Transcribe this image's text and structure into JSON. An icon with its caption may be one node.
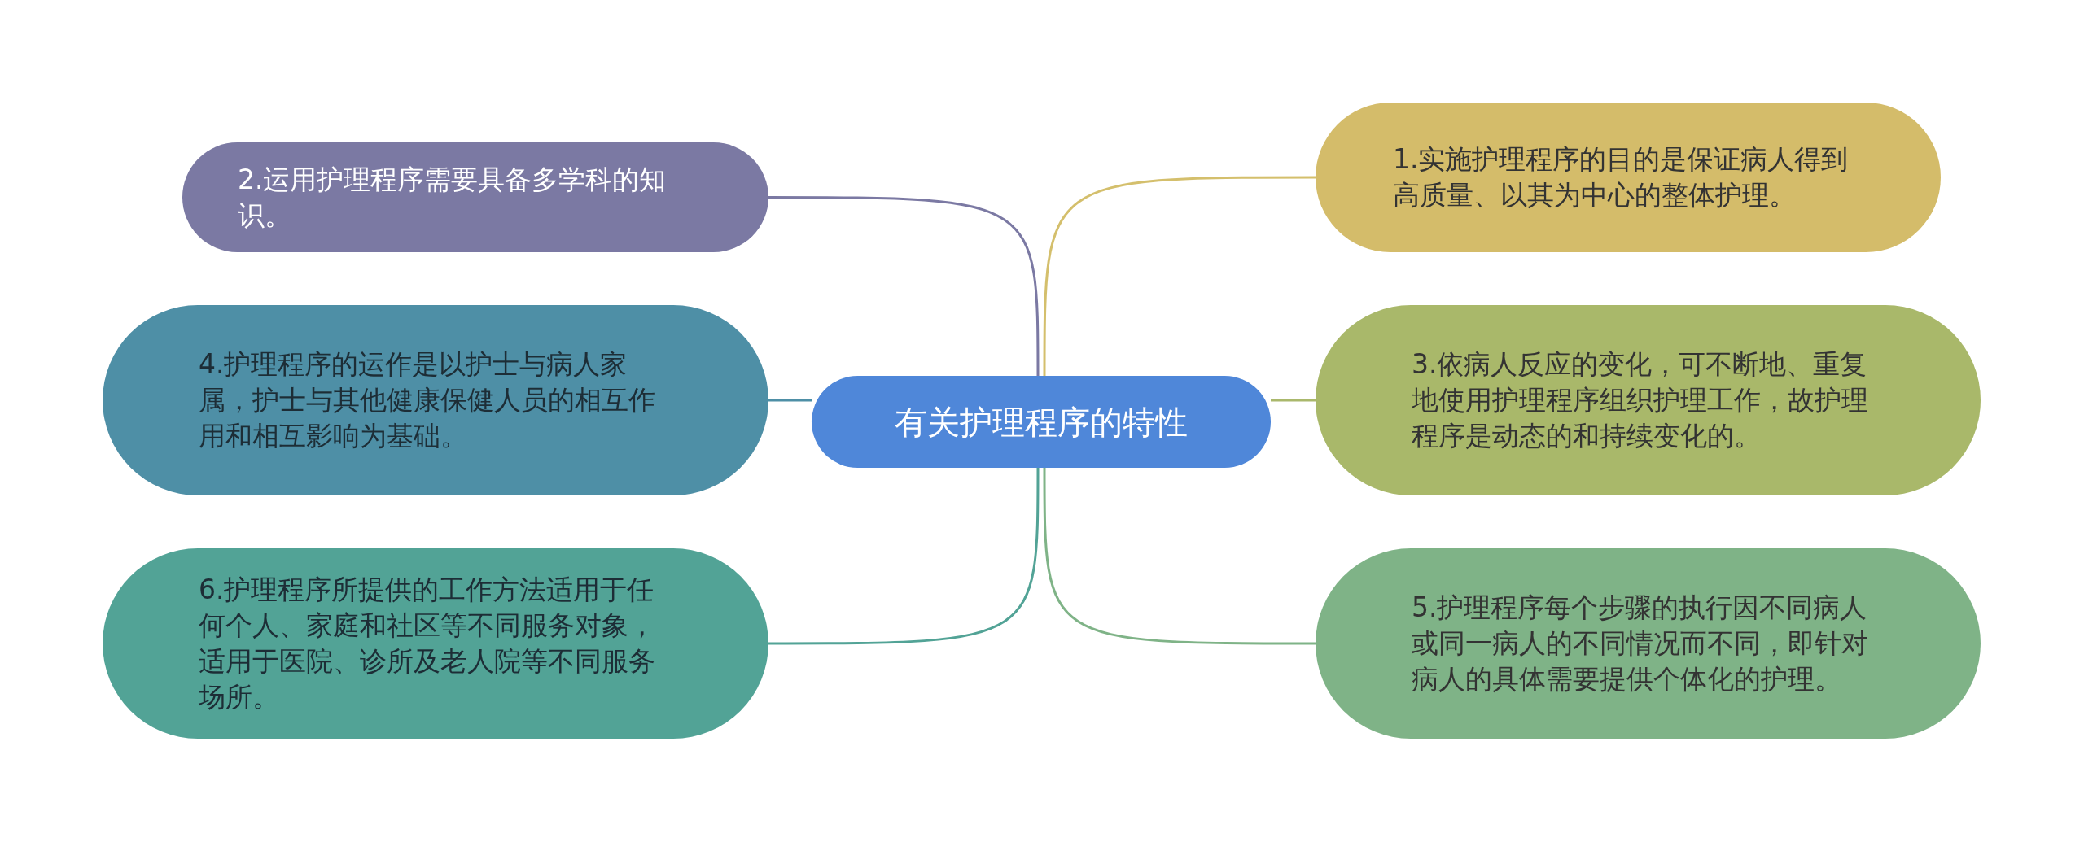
{
  "diagram": {
    "nodes": [
      {
        "text": [
          "有关护理程序的特性"
        ]
      },
      {
        "text": [
          "1.实施护理程序的目的是保证病人得到高质量、以其为中心的整体护理。"
        ]
      },
      {
        "text": [
          "2.运用护理程序需要具备多学科的知识。"
        ]
      },
      {
        "text": [
          "3.依病人反应的变化，可不断地、重复地使用护理程序组织护理工作，故护理程序是动态的和持续变化的。"
        ]
      },
      {
        "text": [
          "4.护理程序的运作是以护士与病人家属，护士与其他健康保健人员的相互作用和相互影响为基础。"
        ]
      },
      {
        "text": [
          "5.护理程序每个步骤的执行因不同病人或同一病人的不同情况而不同，即针对病人的具体需要提供个体化的护理。"
        ]
      },
      {
        "text": [
          "6.护理程序所提供的工作方法适用于任何个人、家庭和社区等不同服务对象，适用于医院、诊所及老人院等不同服务场所。"
        ]
      }
    ],
    "edges": [
      {
        "from": 0,
        "to": 1,
        "arrow": "none",
        "color": "#d4bf6c"
      },
      {
        "from": 0,
        "to": 2,
        "arrow": "none",
        "color": "#7b79a3"
      },
      {
        "from": 0,
        "to": 3,
        "arrow": "none",
        "color": "#aab86c"
      },
      {
        "from": 0,
        "to": 4,
        "arrow": "none",
        "color": "#4e8fa6"
      },
      {
        "from": 0,
        "to": 5,
        "arrow": "none",
        "color": "#7fb387"
      },
      {
        "from": 0,
        "to": 6,
        "arrow": "none",
        "color": "#52a396"
      }
    ]
  }
}
